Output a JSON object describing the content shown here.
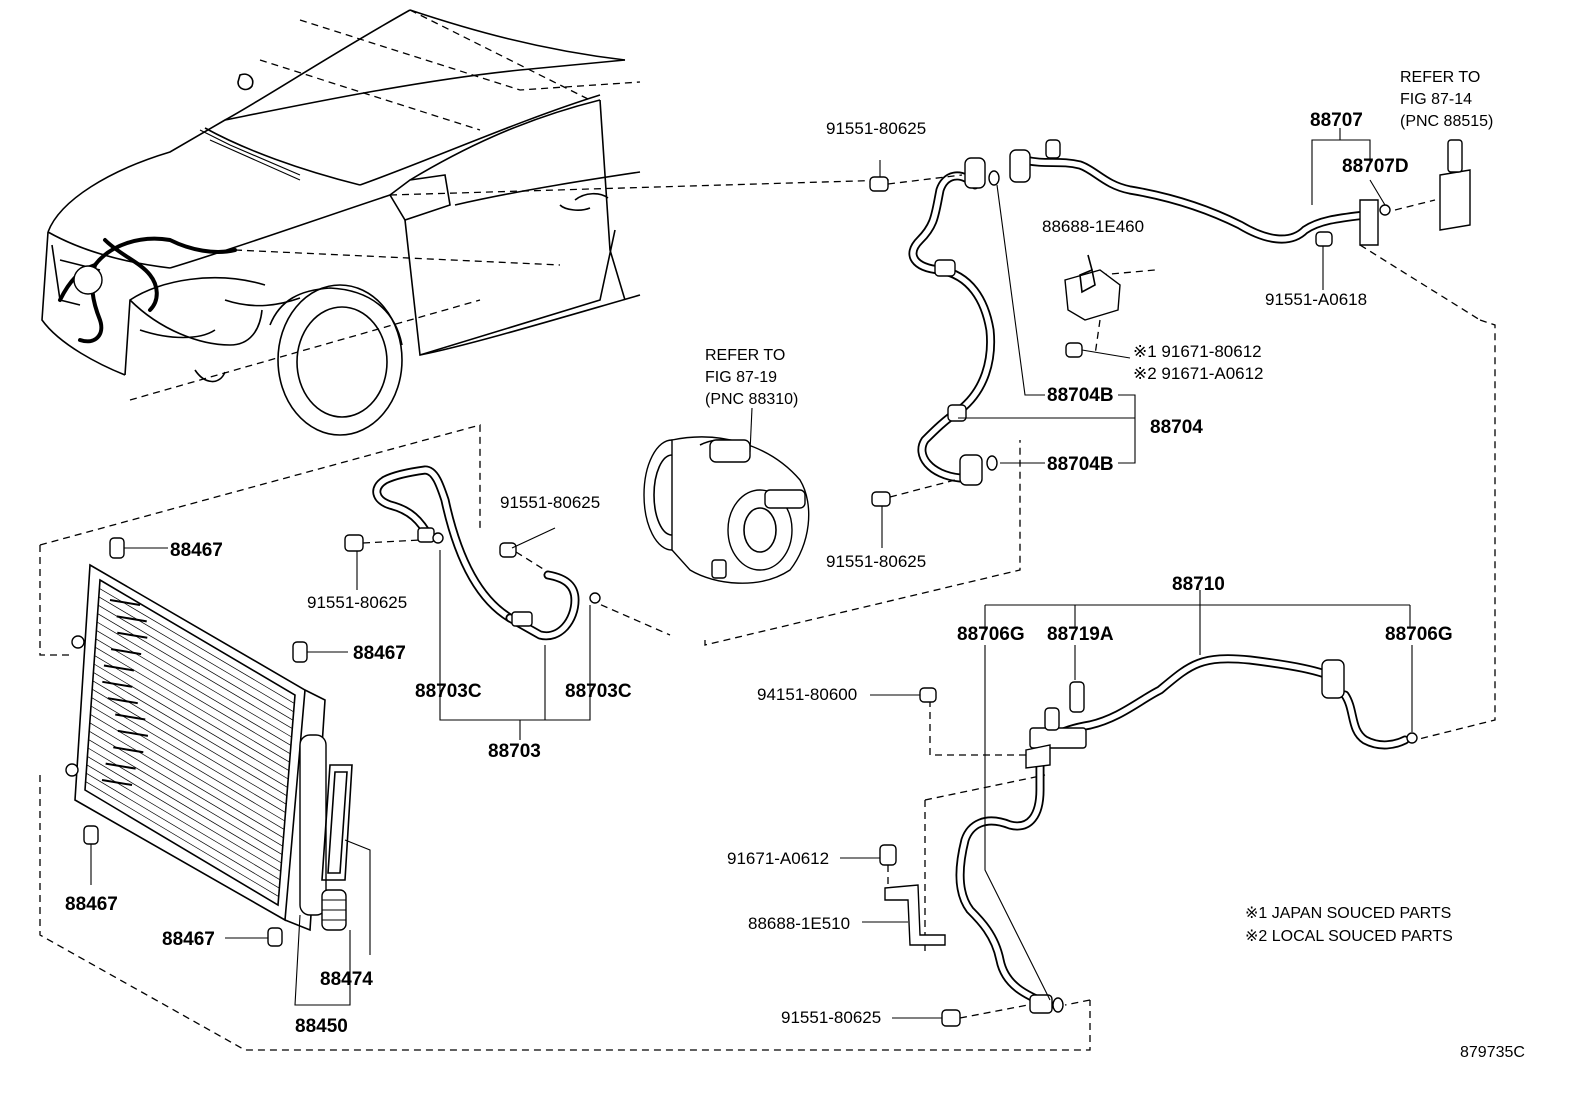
{
  "labels": {
    "ref_fig_87_14": [
      "REFER TO",
      "FIG 87-14",
      "(PNC 88515)"
    ],
    "ref_fig_87_19": [
      "REFER TO",
      "FIG 87-19",
      "(PNC 88310)"
    ],
    "p88707": "88707",
    "p88707d": "88707D",
    "bolt_91551_80625_top": "91551-80625",
    "bolt_91551_a0618": "91551-A0618",
    "p88688_1e460": "88688-1E460",
    "bolt_91671_80612": "※1 91671-80612",
    "bolt_91671_a0612_alt": "※2 91671-A0612",
    "p88704b_top": "88704B",
    "p88704": "88704",
    "p88704b_bottom": "88704B",
    "bolt_91551_80625_mid": "91551-80625",
    "bolt_91551_80625_comp": "91551-80625",
    "bolt_91551_80625_left": "91551-80625",
    "p88467_a": "88467",
    "p88467_b": "88467",
    "p88467_c": "88467",
    "p88467_d": "88467",
    "p88703c_left": "88703C",
    "p88703c_right": "88703C",
    "p88703": "88703",
    "p88474": "88474",
    "p88450": "88450",
    "p88710": "88710",
    "p88706g_left": "88706G",
    "p88719a": "88719A",
    "p88706g_right": "88706G",
    "nut_94151_80600": "94151-80600",
    "bolt_91671_a0612": "91671-A0612",
    "p88688_1e510": "88688-1E510",
    "bolt_91551_80625_bottom": "91551-80625",
    "note1": "※1 JAPAN SOUCED PARTS",
    "note2": "※2 LOCAL SOUCED PARTS",
    "figure_id": "879735C"
  }
}
